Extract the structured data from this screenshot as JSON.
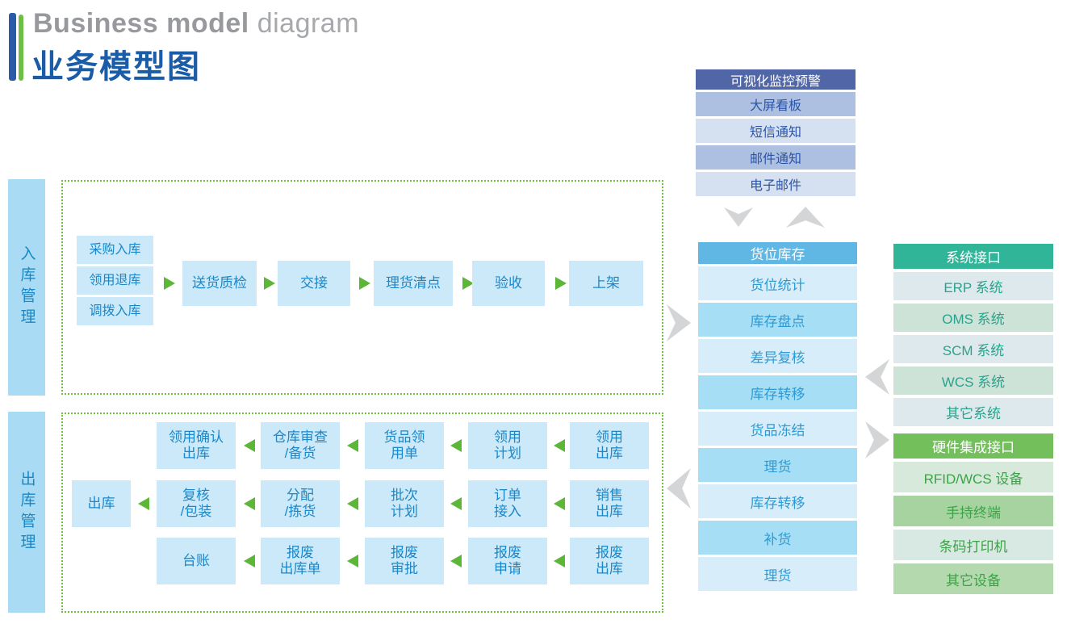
{
  "title": {
    "en_bold": "Business model",
    "en_light": " diagram",
    "zh": "业务模型图"
  },
  "palette": {
    "title_blue": "#1A5CA8",
    "bar_blue": "#2A5BA9",
    "bar_green": "#6CBE45",
    "flow_box_bg": "#CBE9F8",
    "flow_box_text": "#1B87C8",
    "section_label_bg": "#A9DCF4",
    "section_label_text": "#1987C5",
    "dotted_border": "#6CC13E",
    "green_arrow": "#5CB637",
    "gray_arrow": "#D3D5D7",
    "monitor_header_bg": "#5066A6",
    "monitor_text": "#2B54A7",
    "inventory_header_bg": "#60B7E3",
    "inventory_text": "#2D9AD5",
    "system_header_bg": "#31B598",
    "system_text": "#2AA28C",
    "hardware_header_bg": "#72BF5C",
    "hardware_text": "#3BA346"
  },
  "inbound": {
    "label": "入库管理",
    "sources": [
      "采购入库",
      "领用退库",
      "调拨入库"
    ],
    "flow": [
      "送货质检",
      "交接",
      "理货清点",
      "验收",
      "上架"
    ]
  },
  "outbound": {
    "label": "出库管理",
    "row1": [
      "领用确认\n出库",
      "仓库审查\n/备货",
      "货品领\n用单",
      "领用\n计划",
      "领用\n出库"
    ],
    "row2": [
      "出库",
      "复核\n/包装",
      "分配\n/拣货",
      "批次\n计划",
      "订单\n接入",
      "销售\n出库"
    ],
    "row3": [
      "台账",
      "报废\n出库单",
      "报废\n审批",
      "报废\n申请",
      "报废\n出库"
    ]
  },
  "panels": {
    "monitor": {
      "header": "可视化监控预警",
      "items": [
        "大屏看板",
        "短信通知",
        "邮件通知",
        "电子邮件"
      ]
    },
    "inventory": {
      "header": "货位库存",
      "items": [
        "货位统计",
        "库存盘点",
        "差异复核",
        "库存转移",
        "货品冻结",
        "理货",
        "库存转移",
        "补货",
        "理货"
      ]
    },
    "system": {
      "header": "系统接口",
      "items": [
        "ERP 系统",
        "OMS 系统",
        "SCM 系统",
        "WCS 系统",
        "其它系统"
      ]
    },
    "hardware": {
      "header": "硬件集成接口",
      "items": [
        "RFID/WCS 设备",
        "手持终端",
        "条码打印机",
        "其它设备"
      ]
    }
  }
}
